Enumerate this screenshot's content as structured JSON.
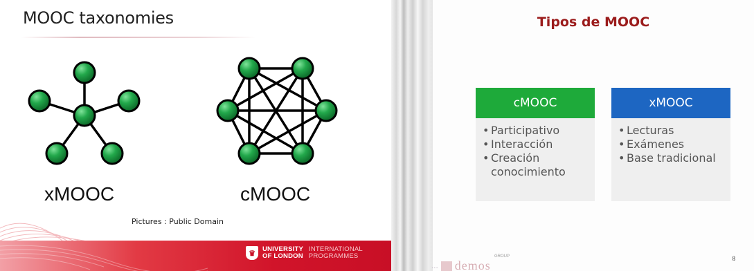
{
  "left_slide": {
    "title": "MOOC taxonomies",
    "xmooc_label": "xMOOC",
    "cmooc_label": "cMOOC",
    "credit": "Pictures : Public Domain",
    "logo": {
      "line1_bold": "UNIVERSITY",
      "line1_light": "INTERNATIONAL",
      "line2_bold": "OF LONDON",
      "line2_light": "PROGRAMMES"
    },
    "colors": {
      "node_green": "#21a04a",
      "footer_red": "#d1142a"
    },
    "icons": [
      "star-network-icon",
      "mesh-network-icon"
    ]
  },
  "right_slide": {
    "title": "Tipos de MOOC",
    "cards": [
      {
        "header": "cMOOC",
        "color": "#1eaa3a",
        "items": [
          "Participativo",
          "Interacción",
          "Creación conocimiento"
        ]
      },
      {
        "header": "xMOOC",
        "color": "#1d66c2",
        "items": [
          "Lecturas",
          "Exámenes",
          "Base tradicional"
        ]
      }
    ],
    "page_number": "8",
    "brand": {
      "faint_text": "...",
      "word": "demos",
      "small": "GROUP"
    },
    "colors": {
      "title_red": "#9b1c1c"
    }
  }
}
